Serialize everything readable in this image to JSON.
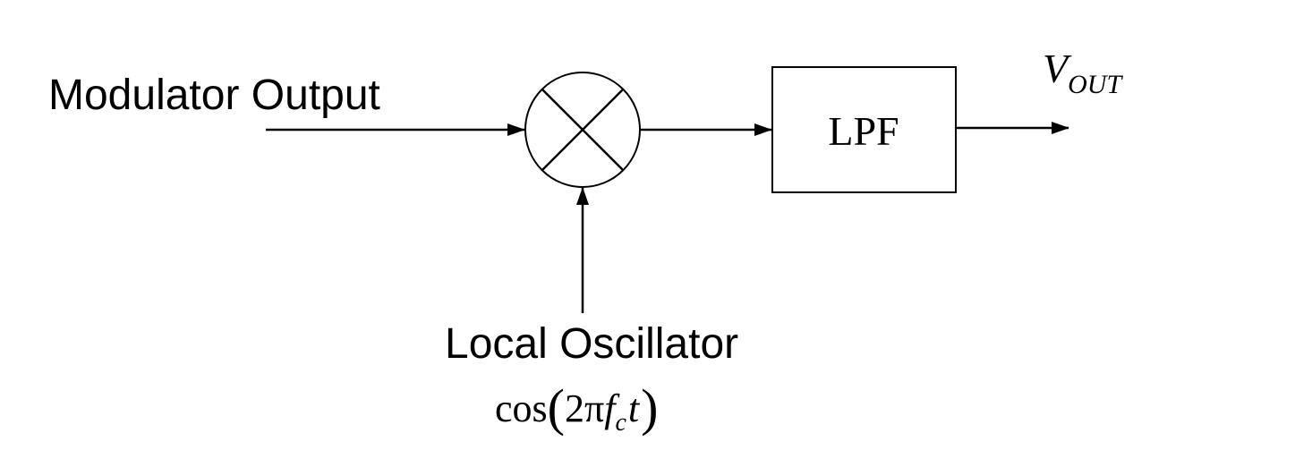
{
  "input_label": "Modulator Output",
  "mixer": {
    "symbol": "multiply"
  },
  "filter_block": {
    "label": "LPF"
  },
  "output_label": {
    "base": "V",
    "subscript": "OUT"
  },
  "oscillator": {
    "label": "Local Oscillator",
    "formula": {
      "func": "cos",
      "open_paren": "(",
      "coefficient": "2",
      "pi": "π",
      "f": "f",
      "f_subscript": "c",
      "t": "t",
      "close_paren": ")"
    }
  },
  "colors": {
    "stroke": "#000000",
    "background": "#ffffff"
  }
}
